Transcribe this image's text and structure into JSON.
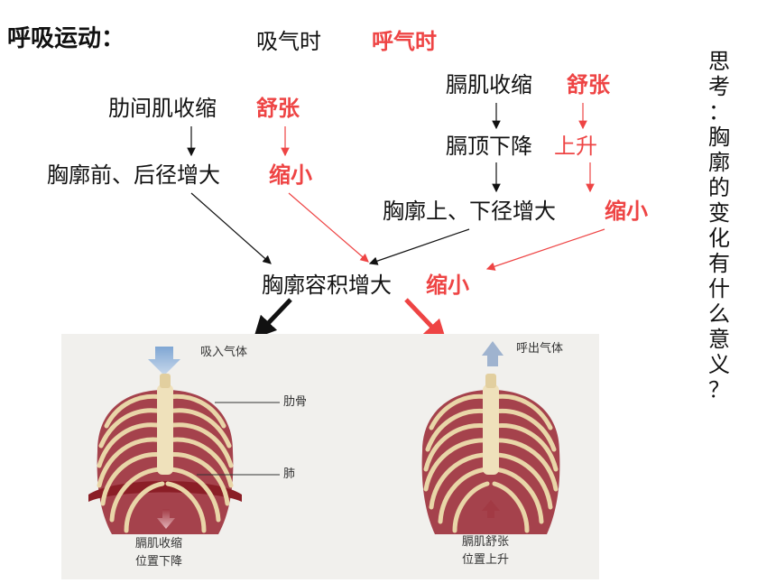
{
  "title": "呼吸运动：",
  "columns": {
    "inhale": "吸气时",
    "exhale": "呼气时"
  },
  "left_chain": {
    "muscle": "肋间肌收缩",
    "muscle_exhale": "舒张",
    "result": "胸廓前、后径增大",
    "result_exhale": "缩小"
  },
  "right_chain": {
    "muscle": "膈肌收缩",
    "muscle_exhale": "舒张",
    "dome": "膈顶下降",
    "dome_exhale": "上升",
    "result": "胸廓上、下径增大",
    "result_exhale": "缩小"
  },
  "conclusion": {
    "text": "胸廓容积增大",
    "exhale": "缩小"
  },
  "side_question": [
    "思",
    "考",
    "：",
    "胸",
    "廓",
    "的",
    "变",
    "化",
    "有",
    "什",
    "么",
    "意",
    "义",
    "？"
  ],
  "figure": {
    "inhale_label": "吸入气体",
    "exhale_label": "呼出气体",
    "rib_label": "肋骨",
    "lung_label": "肺",
    "left_caption_1": "膈肌收缩",
    "left_caption_2": "位置下降",
    "right_caption_1": "膈肌舒张",
    "right_caption_2": "位置上升"
  },
  "colors": {
    "accent_red": "#ee4444",
    "text": "#111111",
    "figure_bg": "#f1f0ed"
  }
}
